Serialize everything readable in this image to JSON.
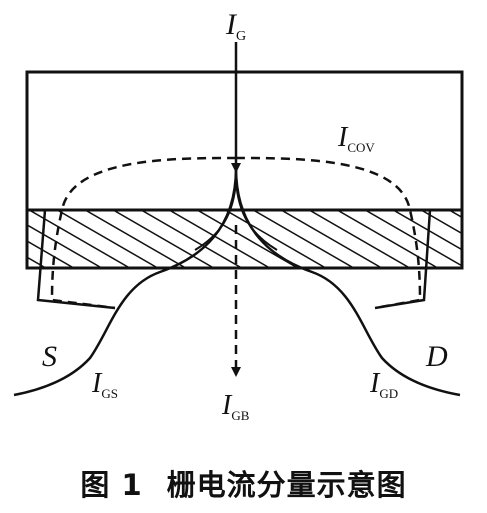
{
  "labels": {
    "ig": {
      "main": "I",
      "sub": "G"
    },
    "icov": {
      "main": "I",
      "sub": "COV"
    },
    "igs": {
      "main": "I",
      "sub": "GS"
    },
    "igd": {
      "main": "I",
      "sub": "GD"
    },
    "igb": {
      "main": "I",
      "sub": "GB"
    },
    "source": "S",
    "drain": "D"
  },
  "caption": {
    "number": "图 1",
    "text": "栅电流分量示意图"
  }
}
